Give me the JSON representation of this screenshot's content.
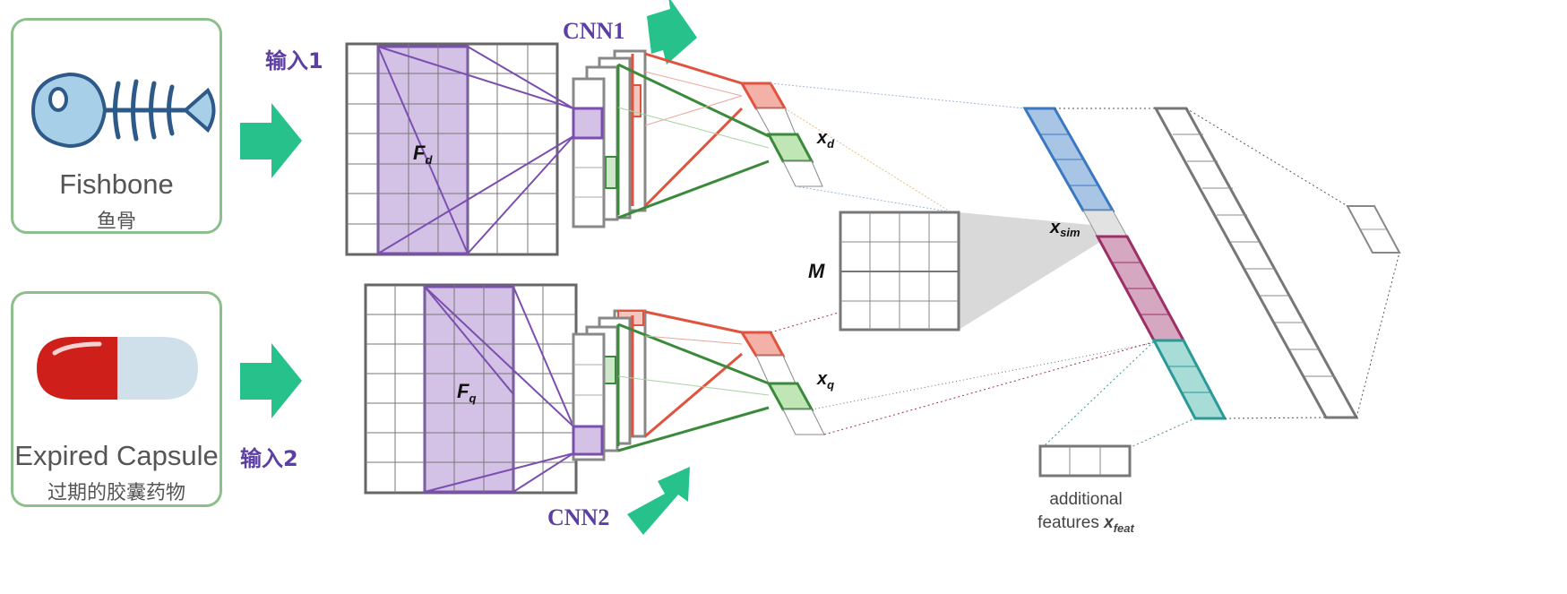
{
  "inputs": [
    {
      "title_en": "Fishbone",
      "title_zh": "鱼骨",
      "tag": "输入1"
    },
    {
      "title_en": "Expired Capsule",
      "title_zh": "过期的胶囊药物",
      "tag": "输入2"
    }
  ],
  "cnn_labels": [
    "CNN1",
    "CNN2"
  ],
  "feature_maps": {
    "d": "F",
    "d_sub": "d",
    "q": "F",
    "q_sub": "q"
  },
  "vectors": {
    "xd": "x",
    "xd_sub": "d",
    "xq": "x",
    "xq_sub": "q",
    "xsim": "x",
    "xsim_sub": "sim"
  },
  "matrix_label": "M",
  "additional": {
    "line1": "additional",
    "line2": "features",
    "x": "x",
    "x_sub": "feat"
  },
  "colors": {
    "purple": "#7b4fb0",
    "purple_fill": "#d3c1e6",
    "red": "#e0533f",
    "green": "#3b8a3b",
    "arrow": "#27c28c",
    "blue": "#3a78c2",
    "magenta": "#9e2f66",
    "teal": "#2a9a97",
    "card_border": "#8cbf8c",
    "label": "#5b3fa3"
  },
  "icons": [
    "fishbone-icon",
    "capsule-icon",
    "arrow-right-icon"
  ]
}
